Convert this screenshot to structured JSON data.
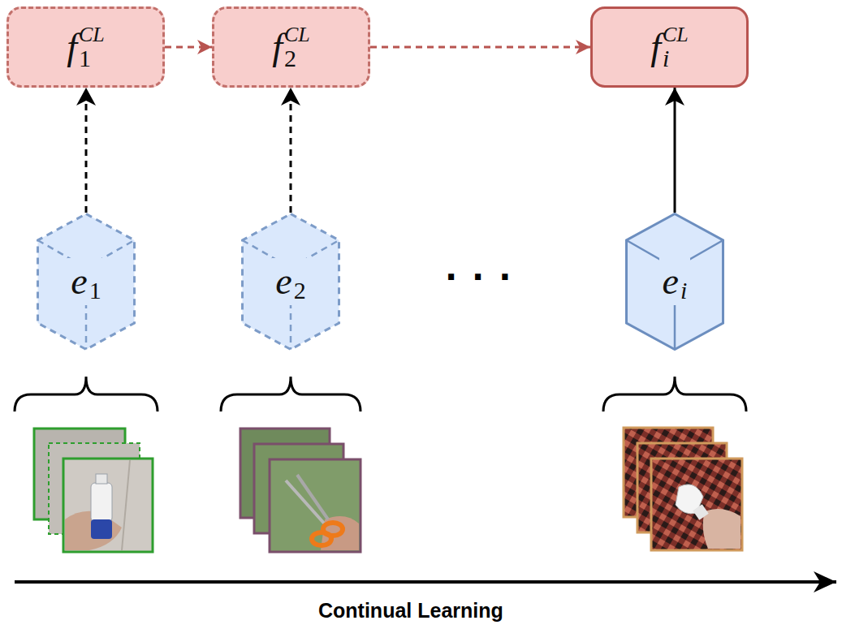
{
  "diagram": {
    "nodes": [
      {
        "text": [
          "f",
          "1",
          "CL"
        ]
      },
      {
        "text": [
          "f",
          "2",
          "CL"
        ]
      },
      {
        "text": [
          "f",
          "i",
          "CL"
        ]
      },
      {
        "text": [
          "e",
          "1"
        ]
      },
      {
        "text": [
          "e",
          "2"
        ]
      },
      {
        "text": [
          "e",
          "i"
        ]
      }
    ],
    "edges": [
      {
        "from": 0,
        "to": 1,
        "arrow": "to"
      },
      {
        "from": 1,
        "to": 2,
        "arrow": "to"
      },
      {
        "from": 3,
        "to": 0,
        "arrow": "to"
      },
      {
        "from": 4,
        "to": 1,
        "arrow": "to"
      },
      {
        "from": 5,
        "to": 2,
        "arrow": "to"
      }
    ],
    "labels": [
      "· · ·",
      "Continual Learning"
    ]
  }
}
